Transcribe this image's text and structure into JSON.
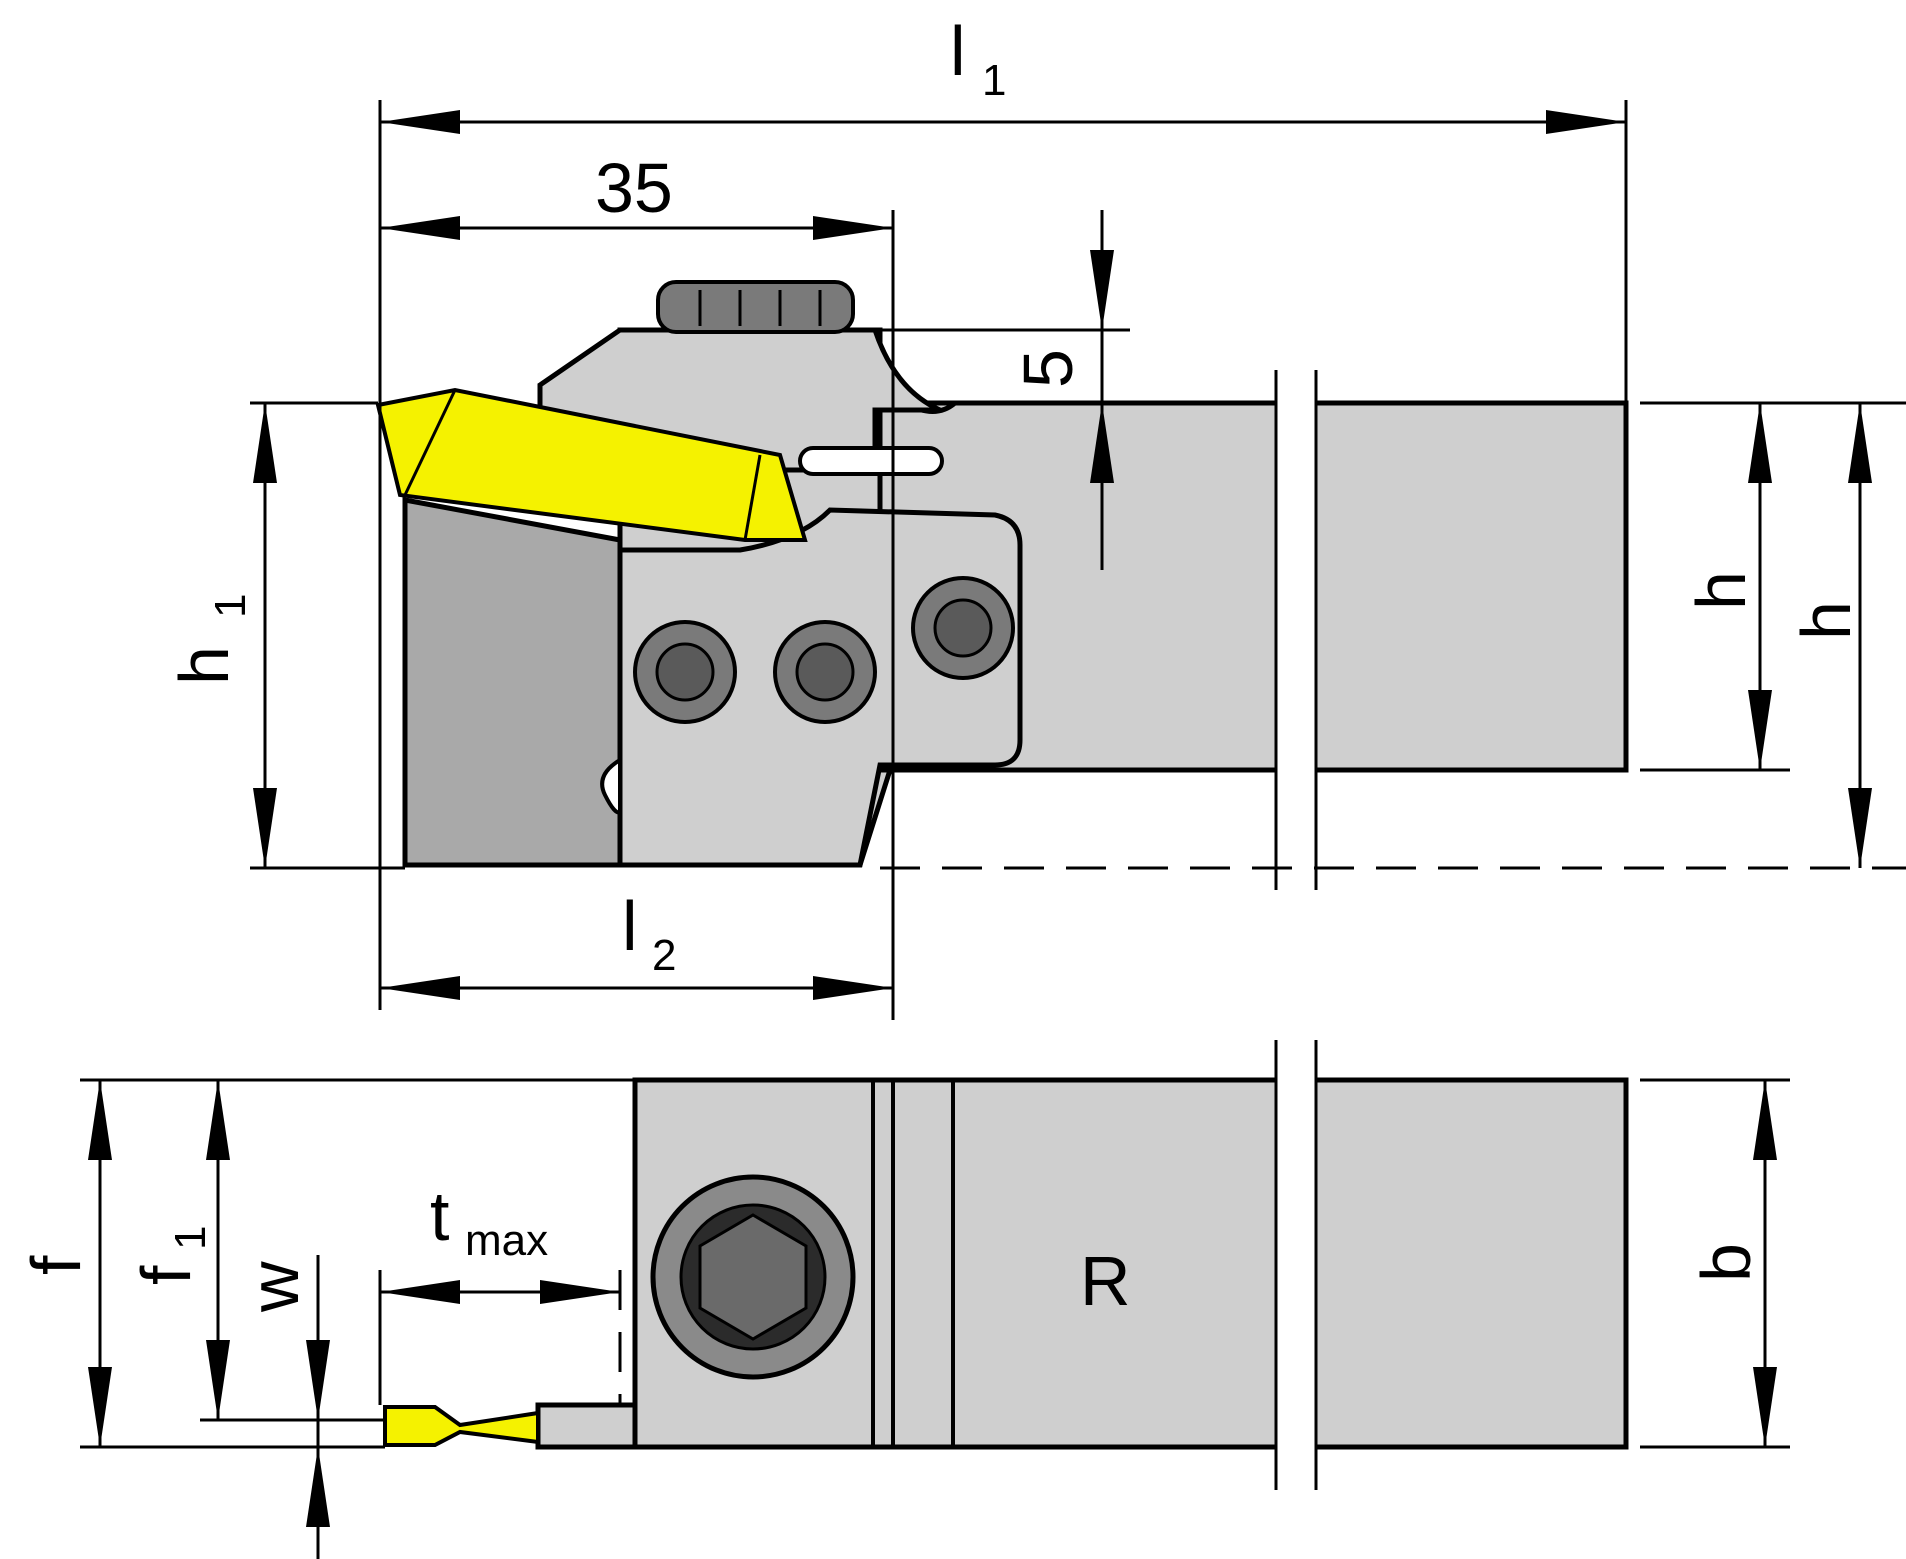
{
  "diagram": {
    "labels": {
      "l1": "l",
      "l1_sub": "1",
      "dim_35": "35",
      "dim_5": "5",
      "h1": "h",
      "h1_sub": "1",
      "h_inner": "h",
      "h_outer": "h",
      "l2": "l",
      "l2_sub": "2",
      "f": "f",
      "f1": "f",
      "f1_sub": "1",
      "w": "w",
      "tmax": "t",
      "tmax_sub": "max",
      "b": "b",
      "hand": "R"
    },
    "colors": {
      "holder_body": "#cfcfcf",
      "clamp_block": "#a9a9a9",
      "insert": "#f5f200",
      "screw": "#7a7a7a",
      "lines": "#000000"
    }
  }
}
